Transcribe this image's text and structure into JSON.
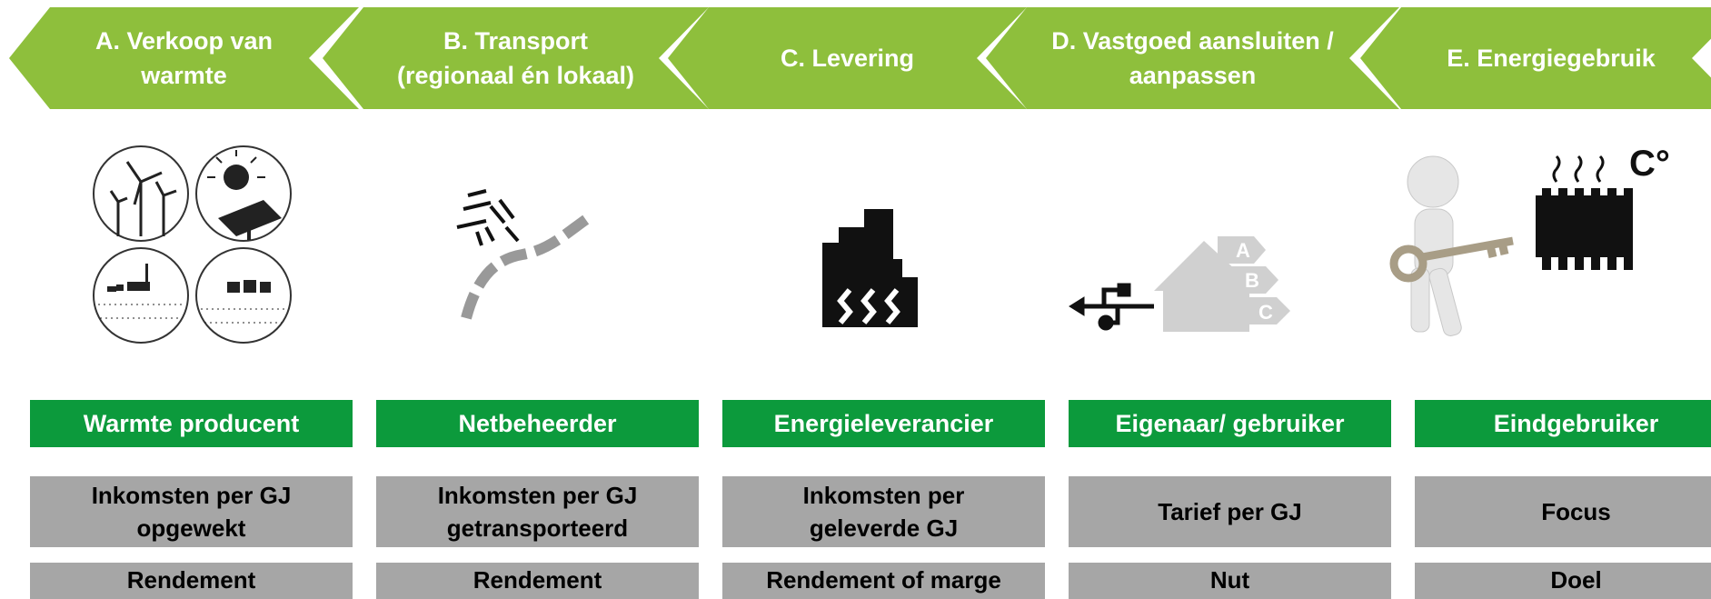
{
  "stages": [
    {
      "label": "A. Verkoop van warmte",
      "lines": [
        "A. Verkoop van",
        "warmte"
      ]
    },
    {
      "label": "B. Transport (regionaal én lokaal)",
      "lines": [
        "B. Transport",
        "(regionaal én lokaal)"
      ]
    },
    {
      "label": "C. Levering",
      "lines": [
        "C. Levering"
      ]
    },
    {
      "label": "D. Vastgoed aansluiten / aanpassen",
      "lines": [
        "D. Vastgoed aansluiten /",
        "aanpassen"
      ]
    },
    {
      "label": "E. Energiegebruik",
      "lines": [
        "E. Energiegebruik"
      ]
    }
  ],
  "roles": [
    "Warmte producent",
    "Netbeheerder",
    "Energieleverancier",
    "Eigenaar/ gebruiker",
    "Eindgebruiker"
  ],
  "metrics_primary": [
    [
      "Inkomsten per GJ",
      "opgewekt"
    ],
    [
      "Inkomsten per GJ",
      "getransporteerd"
    ],
    [
      "Inkomsten per",
      "geleverde GJ"
    ],
    [
      "Tarief per GJ"
    ],
    [
      "Focus"
    ]
  ],
  "metrics_secondary": [
    "Rendement",
    "Rendement",
    "Rendement of marge",
    "Nut",
    "Doel"
  ],
  "energy_labels": [
    "A",
    "B",
    "C"
  ],
  "temperature_symbol": "C°",
  "icons": [
    "renewable-sources-icon",
    "transport-pipeline-icon",
    "factory-delivery-icon",
    "building-connection-icon",
    "end-user-radiator-icon"
  ],
  "colors": {
    "banner": "#8ebf3c",
    "role": "#0c9a3c",
    "metric": "#a6a6a6"
  }
}
